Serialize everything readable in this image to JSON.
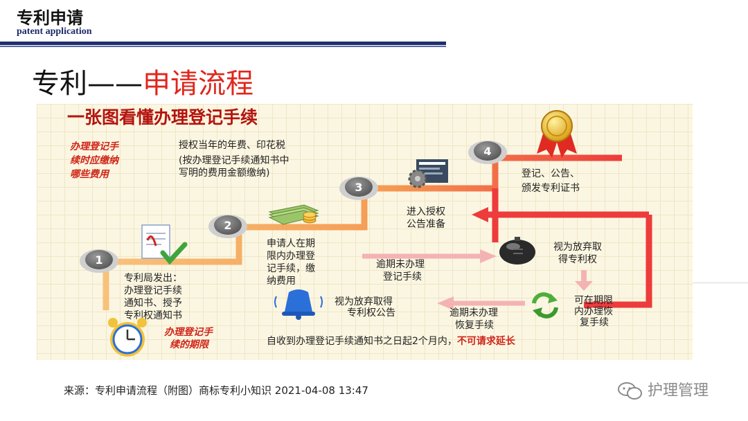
{
  "header": {
    "title": "专利申请",
    "subtitle": "patent application"
  },
  "slide": {
    "title_prefix": "专利——",
    "title_highlight": "申请流程"
  },
  "diagram": {
    "heading": "一张图看懂办理登记手续",
    "fees_label": [
      "办理登记手",
      "续时应缴纳",
      "哪些费用"
    ],
    "fees_text": [
      "授权当年的年费、印花税",
      "(按办理登记手续通知书中",
      "写明的费用金额缴纳)"
    ],
    "steps": [
      {
        "number": "1",
        "lines": [
          "专利局发出：",
          "办理登记手续",
          "通知书、授予",
          "专利权通知书"
        ]
      },
      {
        "number": "2",
        "lines": [
          "申请人在期",
          "限内办理登",
          "记手续，缴",
          "纳费用"
        ]
      },
      {
        "number": "3",
        "lines": [
          "进入授权",
          "公告准备"
        ]
      },
      {
        "number": "4",
        "lines": [
          "登记、公告、",
          "颁发专利证书"
        ]
      }
    ],
    "overdue_1": [
      "逾期未办理",
      "登记手续"
    ],
    "abandon_1": [
      "视为放弃取",
      "得专利权"
    ],
    "recover": [
      "可在期限",
      "内办理恢",
      "复手续"
    ],
    "overdue_2": [
      "逾期未办理",
      "恢复手续"
    ],
    "abandon_announce": [
      "视为放弃取得",
      "专利权公告"
    ],
    "deadline_label": [
      "办理登记手",
      "续的期限"
    ],
    "deadline_text": "自收到办理登记手续通知书之日起2个月内，",
    "deadline_emphasis": "不可请求延长"
  },
  "colors": {
    "heading_red": "#b3140f",
    "label_red": "#d02418",
    "stair_orange": "#f6a84c",
    "stair_red": "#ee3b3b",
    "arrow_pink": "#f4b3b3",
    "number_circle": "#6f6f6f"
  },
  "footer": {
    "source": "来源：专利申请流程（附图）商标专利小知识 2021-04-08 13:47",
    "watermark": "护理管理"
  },
  "icons": [
    "document-check-icon",
    "money-stack-icon",
    "gear-tools-icon",
    "medal-icon",
    "bomb-icon",
    "recycle-icon",
    "bell-icon",
    "alarm-clock-icon",
    "wechat-icon"
  ]
}
